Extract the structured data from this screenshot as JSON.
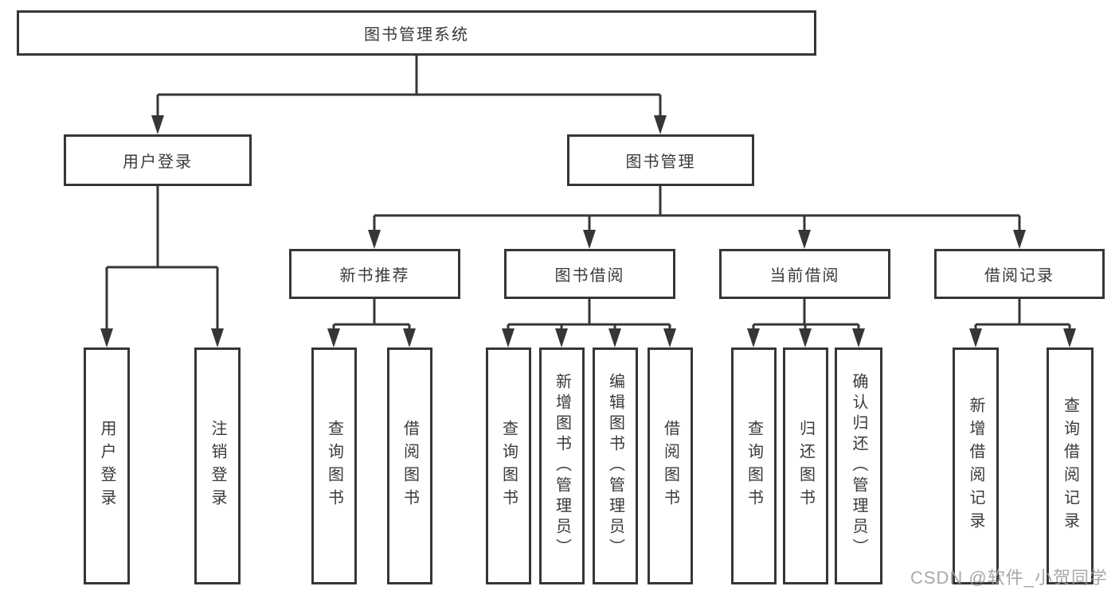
{
  "diagram": {
    "root": {
      "label": "图书管理系统"
    },
    "level2": [
      {
        "label": "用户登录"
      },
      {
        "label": "图书管理"
      }
    ],
    "level3": [
      {
        "label": "新书推荐"
      },
      {
        "label": "图书借阅"
      },
      {
        "label": "当前借阅"
      },
      {
        "label": "借阅记录"
      }
    ],
    "leaves": {
      "user_login": [
        "用户登录",
        "注销登录"
      ],
      "new_book": [
        "查询图书",
        "借阅图书"
      ],
      "book_borrow": [
        "查询图书",
        "新增图书（管理员）",
        "编辑图书（管理员）",
        "借阅图书"
      ],
      "current_borrow": [
        "查询图书",
        "归还图书",
        "确认归还（管理员）"
      ],
      "borrow_records": [
        "新增借阅记录",
        "查询借阅记录"
      ]
    },
    "colors": {
      "line": "#363636",
      "box_border": "#363636",
      "text": "#3a3a3a",
      "background": "#ffffff",
      "watermark": "#9e9e9e"
    }
  },
  "watermark": {
    "text": "CSDN @软件_小贺同学"
  }
}
